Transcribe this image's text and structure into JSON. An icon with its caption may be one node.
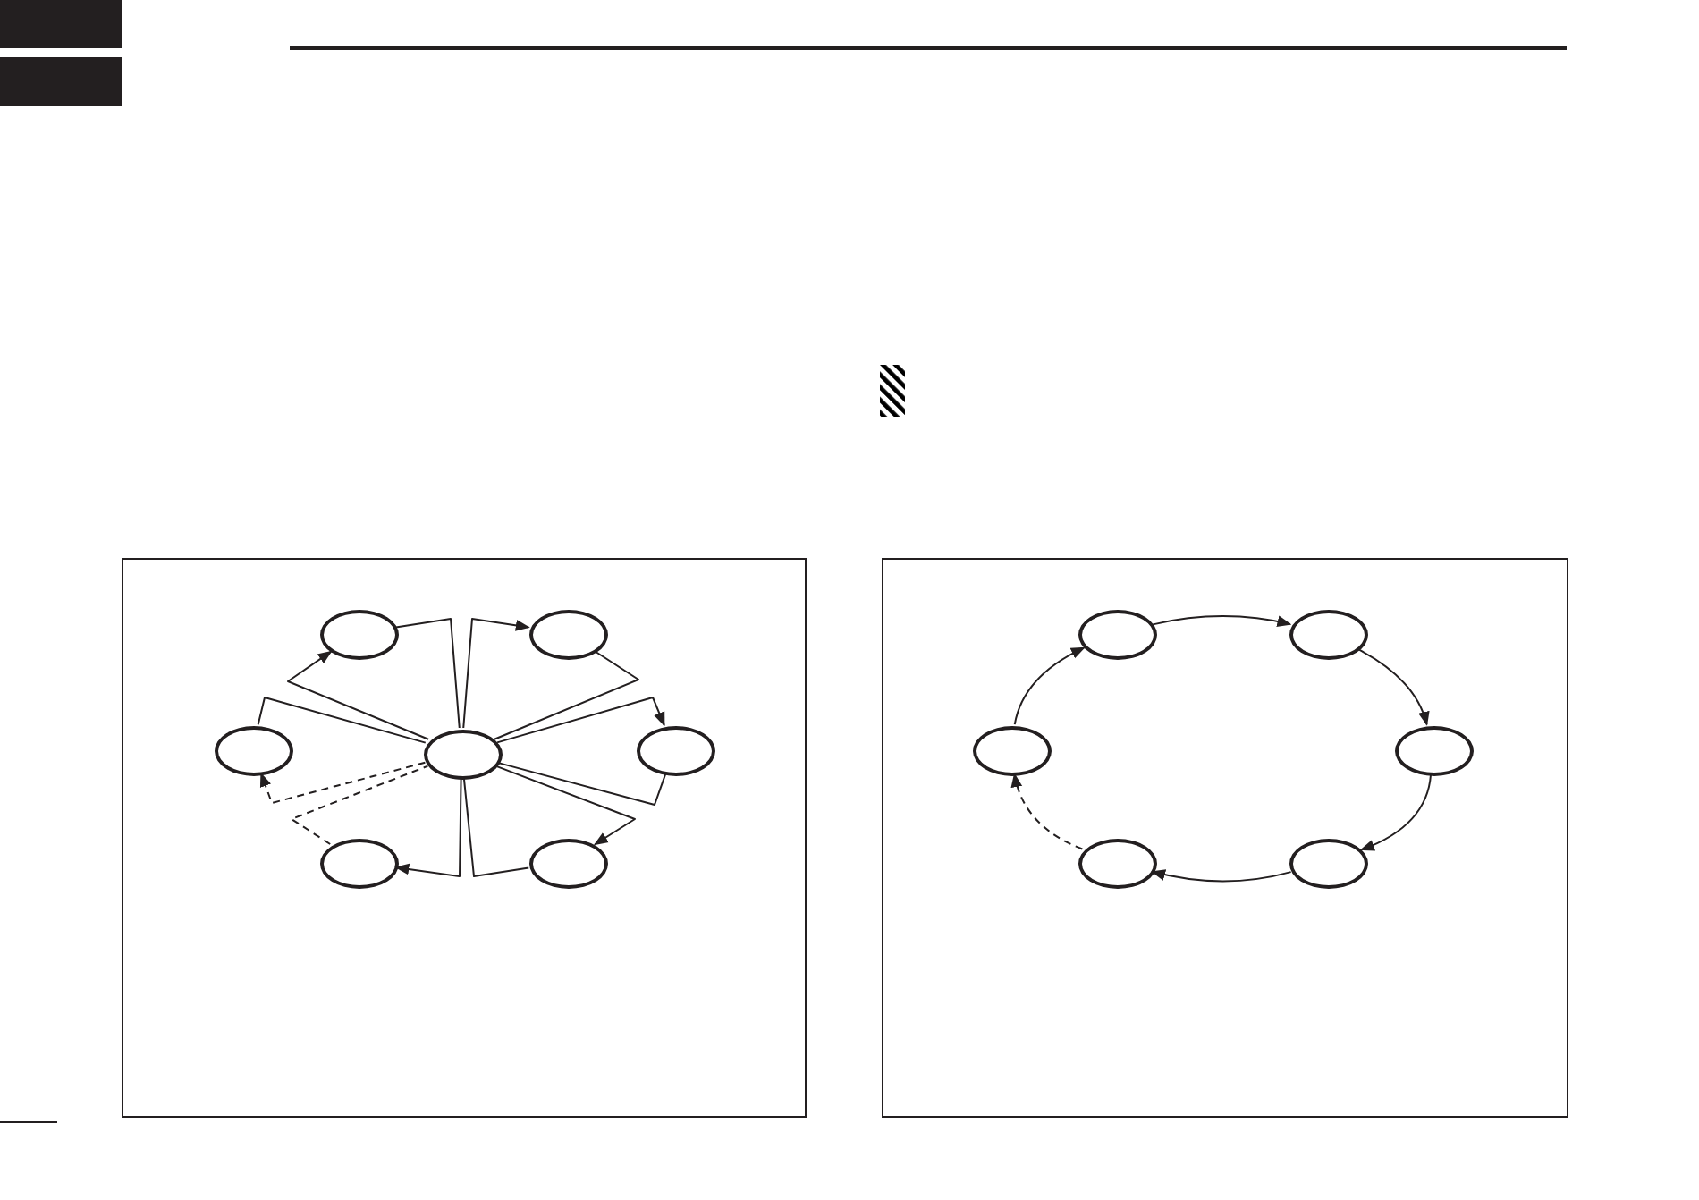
{
  "diagram": {
    "nodes": [
      {
        "text": [],
        "shape": "box"
      },
      {
        "text": [],
        "shape": "ellipse",
        "in": 0
      },
      {
        "text": [],
        "shape": "ellipse",
        "in": 0
      },
      {
        "text": [],
        "shape": "ellipse",
        "in": 0
      },
      {
        "text": [],
        "shape": "ellipse",
        "in": 0
      },
      {
        "text": [],
        "shape": "ellipse",
        "in": 0
      },
      {
        "text": [],
        "shape": "ellipse",
        "in": 0
      },
      {
        "text": [],
        "shape": "ellipse",
        "in": 0
      },
      {
        "text": [],
        "shape": "box"
      },
      {
        "text": [],
        "shape": "ellipse",
        "in": 8
      },
      {
        "text": [],
        "shape": "ellipse",
        "in": 8
      },
      {
        "text": [],
        "shape": "ellipse",
        "in": 8
      },
      {
        "text": [],
        "shape": "ellipse",
        "in": 8
      },
      {
        "text": [],
        "shape": "ellipse",
        "in": 8
      },
      {
        "text": [],
        "shape": "ellipse",
        "in": 8
      }
    ],
    "edges": [
      {
        "from": 4,
        "to": 1,
        "arrow": "to"
      },
      {
        "from": 1,
        "to": 4,
        "arrow": "none"
      },
      {
        "from": 4,
        "to": 2,
        "arrow": "to"
      },
      {
        "from": 2,
        "to": 4,
        "arrow": "none"
      },
      {
        "from": 4,
        "to": 5,
        "arrow": "to"
      },
      {
        "from": 5,
        "to": 4,
        "arrow": "none"
      },
      {
        "from": 4,
        "to": 7,
        "arrow": "to"
      },
      {
        "from": 7,
        "to": 4,
        "arrow": "none"
      },
      {
        "from": 4,
        "to": 6,
        "arrow": "to"
      },
      {
        "from": 6,
        "to": 4,
        "arrow": "none",
        "style": "dashed"
      },
      {
        "from": 4,
        "to": 3,
        "arrow": "to",
        "style": "dashed"
      },
      {
        "from": 3,
        "to": 4,
        "arrow": "none"
      },
      {
        "from": 9,
        "to": 10,
        "arrow": "to"
      },
      {
        "from": 10,
        "to": 12,
        "arrow": "to"
      },
      {
        "from": 12,
        "to": 14,
        "arrow": "to"
      },
      {
        "from": 14,
        "to": 13,
        "arrow": "to"
      },
      {
        "from": 13,
        "to": 11,
        "arrow": "to",
        "style": "dashed"
      },
      {
        "from": 11,
        "to": 9,
        "arrow": "to"
      }
    ]
  }
}
